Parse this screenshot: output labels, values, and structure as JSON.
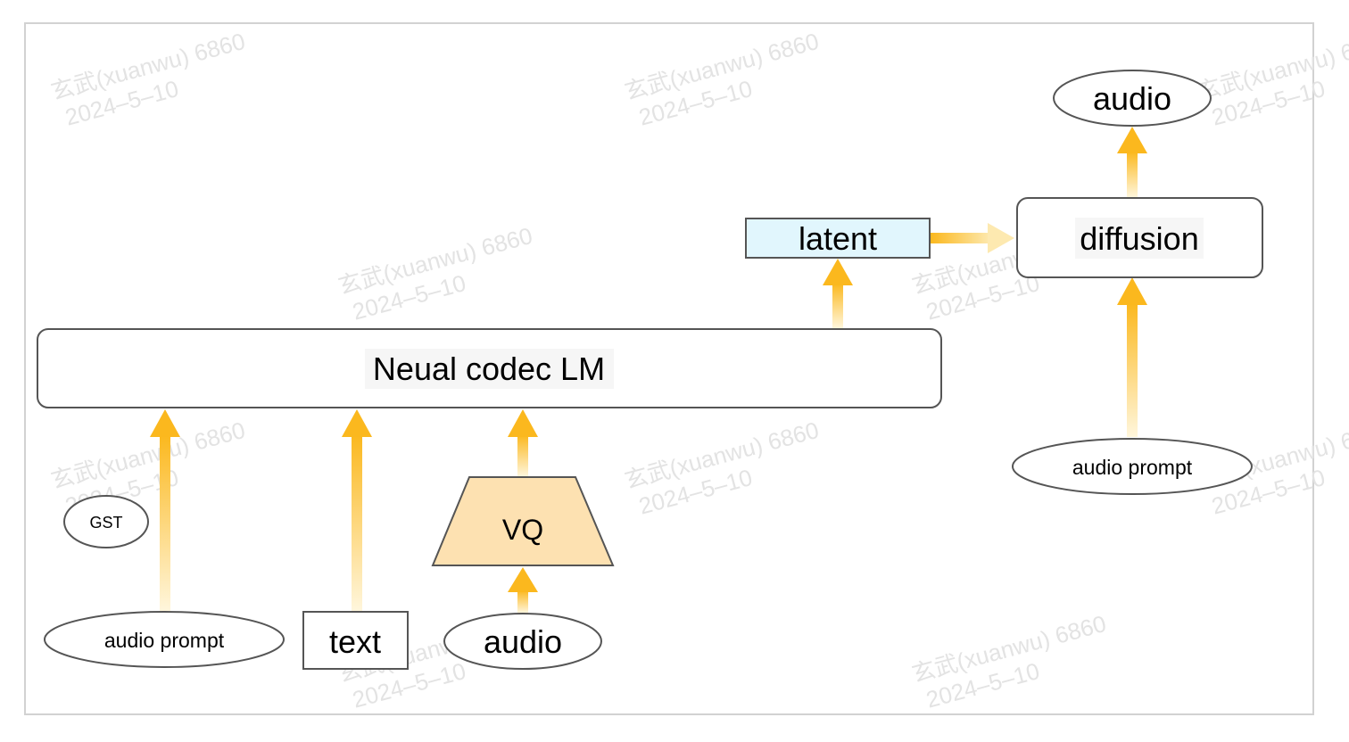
{
  "watermark": {
    "line1": "玄武(xuanwu) 6860",
    "line2": "2024–5–10"
  },
  "nodes": {
    "audio_out": "audio",
    "diffusion": "diffusion",
    "latent": "latent",
    "codec_lm": "Neual codec LM",
    "audio_prompt_right": "audio prompt",
    "gst": "GST",
    "audio_prompt_left": "audio prompt",
    "text": "text",
    "vq": "VQ",
    "audio_in": "audio"
  },
  "colors": {
    "arrow_dark": "#fbb81e",
    "arrow_light": "#fff4d6",
    "latent_fill": "#e1f6fd",
    "vq_fill": "#fde1b1",
    "stroke": "#555555",
    "label_bg": "#f6f6f6"
  }
}
